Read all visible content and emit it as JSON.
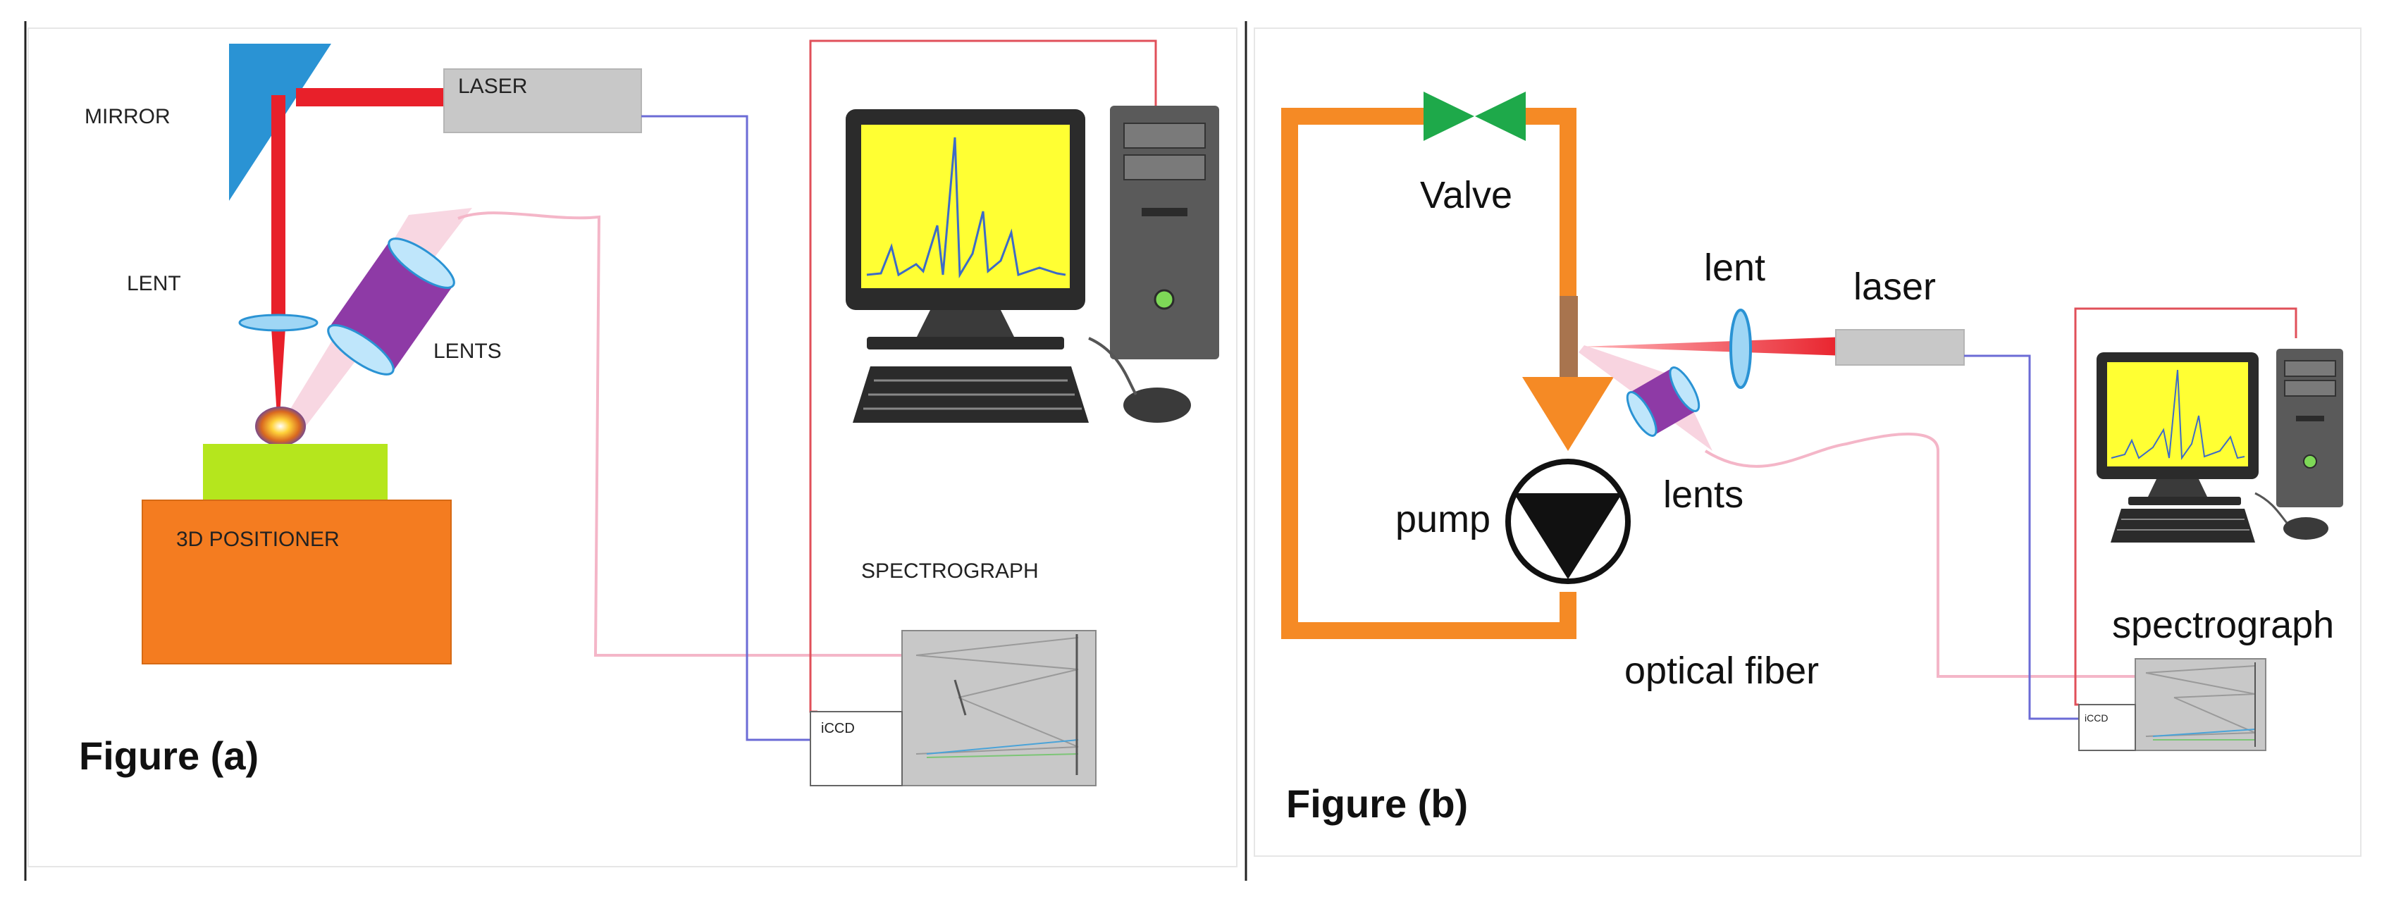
{
  "panel_a": {
    "figure_title": "Figure (a)",
    "labels": {
      "mirror": "MIRROR",
      "laser": "LASER",
      "lent": "LENT",
      "lents": "LENTS",
      "positioner": "3D POSITIONER",
      "spectrograph": "SPECTROGRAPH",
      "iccd": "iCCD"
    }
  },
  "panel_b": {
    "figure_title": "Figure (b)",
    "labels": {
      "valve": "Valve",
      "lent": "lent",
      "laser": "laser",
      "pump": "pump",
      "lents": "lents",
      "optical_fiber": "optical fiber",
      "spectrograph": "spectrograph",
      "iccd": "iCCD"
    }
  },
  "colors": {
    "laser_beam": "#e8202a",
    "mirror": "#2a93d4",
    "lens_body": "#8e3aa6",
    "positioner": "#f47c20",
    "sample_stage": "#b5e61d",
    "pipe": "#f58a25",
    "valve": "#1ea94a",
    "fiber": "#f4b6c8",
    "cable_blue": "#6b6bd6",
    "cable_red": "#e0505a",
    "monitor_screen": "#ffff33"
  }
}
